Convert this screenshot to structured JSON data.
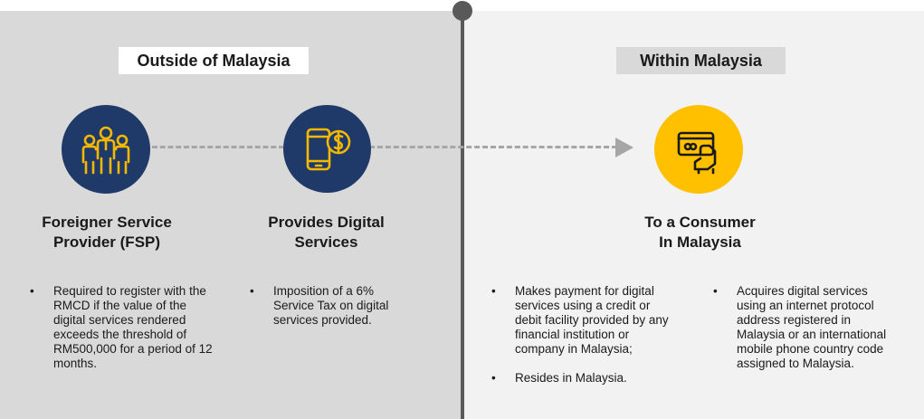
{
  "sections": {
    "outside": "Outside of Malaysia",
    "within": "Within Malaysia"
  },
  "nodes": [
    {
      "icon": "people-group-icon",
      "heading_line1": "Foreigner Service",
      "heading_line2": "Provider (FSP)",
      "bullets": [
        "Required to register with the RMCD if the value of the digital services rendered exceeds the threshold of RM500,000 for a period of 12 months."
      ]
    },
    {
      "icon": "mobile-payment-icon",
      "heading_line1": "Provides Digital",
      "heading_line2": "Services",
      "bullets": [
        "Imposition of a 6% Service Tax on digital services provided."
      ]
    },
    {
      "icon": "hand-card-icon",
      "heading_line1": "To a Consumer",
      "heading_line2": "In Malaysia",
      "bullets_col1": [
        "Makes payment for digital services using a credit or debit facility provided by any financial institution or company in Malaysia;",
        "Resides in Malaysia."
      ],
      "bullets_col2": [
        "Acquires digital services using an internet protocol address registered in Malaysia or an international mobile phone country code assigned to Malaysia."
      ]
    }
  ],
  "bullet_glyph": "•",
  "colors": {
    "navy": "#1f3a68",
    "gold": "#ffc000",
    "icon_light": "#f5b800",
    "icon_dark": "#1a1a1a"
  }
}
